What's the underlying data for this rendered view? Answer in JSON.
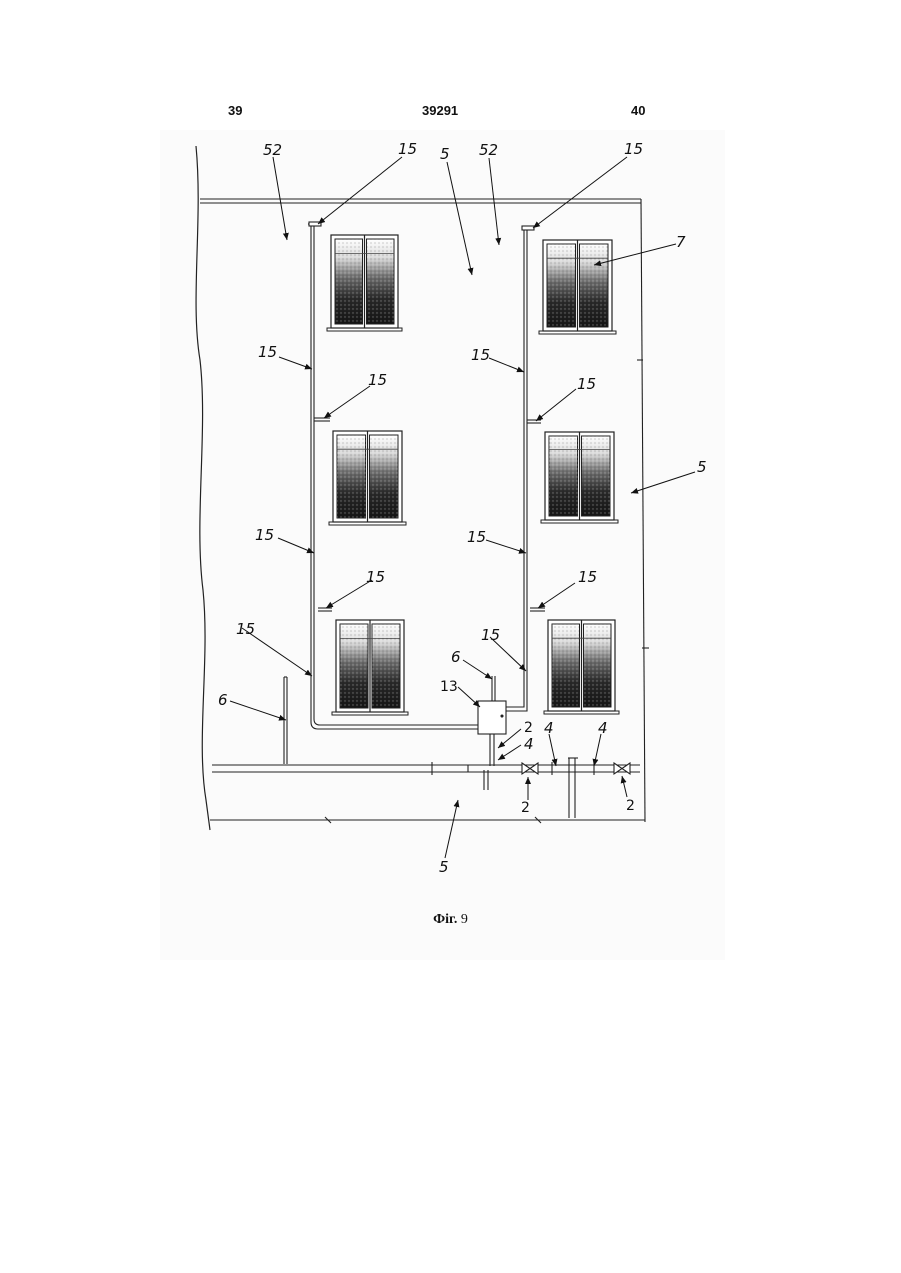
{
  "header": {
    "left_page": "39",
    "doc_number": "39291",
    "right_page": "40"
  },
  "figure": {
    "caption_bold": "Фіг.",
    "caption_num": "9",
    "labels": {
      "l52a": "52",
      "l15a": "15",
      "l5a": "5",
      "l52b": "52",
      "l15b": "15",
      "l7": "7",
      "l15c": "15",
      "l15d": "15",
      "l15e": "15",
      "l15f": "15",
      "l5b": "5",
      "l15g": "15",
      "l15h": "15",
      "l15i": "15",
      "l15j": "15",
      "l15k": "15",
      "l6a": "6",
      "l15l": "15",
      "l13": "13",
      "l6b": "6",
      "l2a": "2",
      "l4a": "4",
      "l4b": "4",
      "l4c": "4",
      "l2b": "2",
      "l2c": "2",
      "l5c": "5"
    }
  }
}
